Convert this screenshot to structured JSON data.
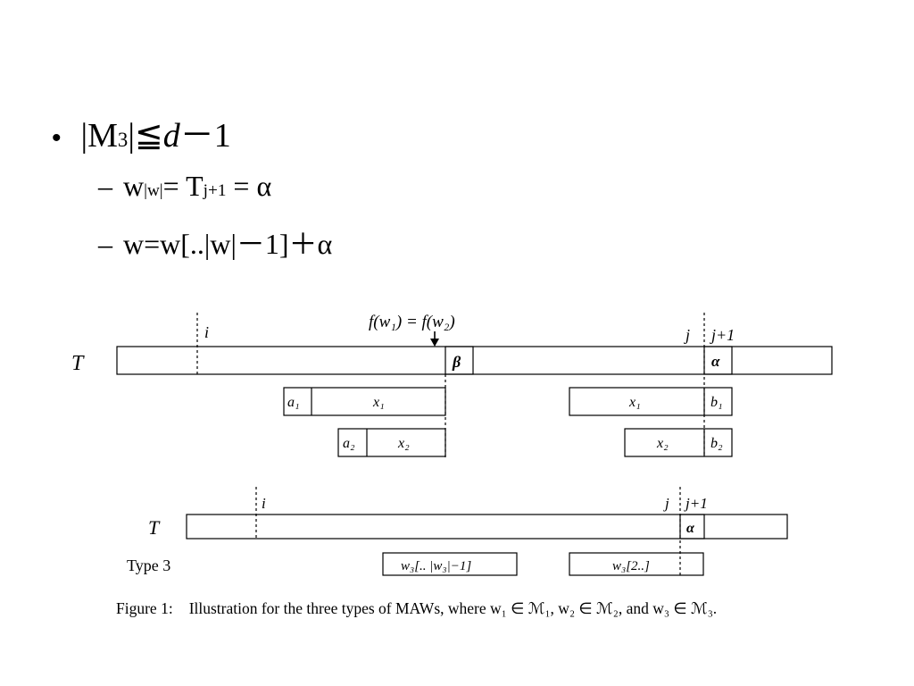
{
  "bullets": {
    "main": {
      "prefix": "|M",
      "sub": "3",
      "suffix": "|≦",
      "var": "d",
      "tail": "－1"
    },
    "sub1": {
      "dash": "–",
      "w": "w",
      "w_sub": "|w|",
      "mid": "= T",
      "t_sub": "j+1",
      "tail": " = α"
    },
    "sub2": {
      "dash": "–",
      "text": "w=w[..|w|－1]＋α"
    }
  },
  "figure": {
    "upper": {
      "T_label": "T",
      "i_label": "i",
      "f_label": "f(w₁) = f(w₂)",
      "j_label": "j",
      "j1_label": "j+1",
      "beta": "β",
      "alpha": "α",
      "a1": "a₁",
      "x1_left": "x₁",
      "a2": "a₂",
      "x2_left": "x₂",
      "x1_right": "x₁",
      "b1": "b₁",
      "x2_right": "x₂",
      "b2": "b₂"
    },
    "lower": {
      "T_label": "T",
      "i_label": "i",
      "j_label": "j",
      "j1_label": "j+1",
      "alpha": "α",
      "type_label": "Type 3",
      "w3_left": "w₃[.. |w₃|−1]",
      "w3_right": "w₃[2..]"
    },
    "caption": {
      "label": "Figure 1:",
      "text": "Illustration for the three types of MAWs, where w₁ ∈ ℳ₁, w₂ ∈ ℳ₂, and w₃ ∈ ℳ₃."
    }
  }
}
